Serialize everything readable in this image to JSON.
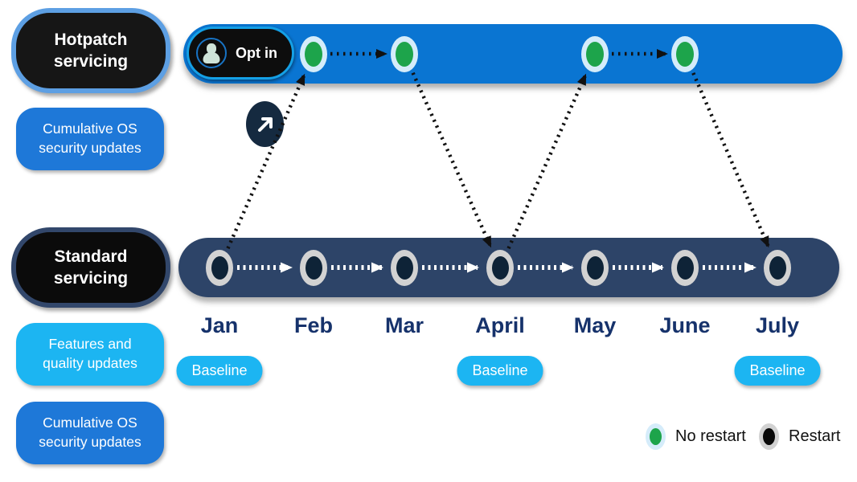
{
  "sidebar": {
    "hotpatch": {
      "title": "Hotpatch servicing",
      "subtitle": "Cumulative OS security updates"
    },
    "standard": {
      "title": "Standard servicing",
      "subtitle1": "Features and quality updates",
      "subtitle2": "Cumulative OS security updates"
    }
  },
  "optin": {
    "label": "Opt in",
    "icon": "person-icon"
  },
  "timeline": {
    "months": [
      "Jan",
      "Feb",
      "Mar",
      "April",
      "May",
      "June",
      "July"
    ],
    "hotpatch_months": [
      "Feb",
      "Mar",
      "May",
      "June"
    ],
    "baseline_months": [
      "Jan",
      "April",
      "July"
    ],
    "baseline_label": "Baseline",
    "jump_icon": "arrow-up-right-icon"
  },
  "legend": {
    "no_restart": "No restart",
    "restart": "Restart"
  },
  "colors": {
    "hotpatch_bar": "#0a75d2",
    "standard_bar": "#2d4468",
    "hotpatch_pill_border": "#5d9fe3",
    "standard_pill_border": "#32476b",
    "medium_blue_pill": "#1e78d8",
    "sky_blue": "#1cb5f2",
    "no_restart_dot": "#1da44b",
    "no_restart_halo": "#d5ecfa",
    "restart_dot": "#0e2337",
    "restart_ring": "#d2d2d2",
    "month_text": "#16326b",
    "optin_border": "#14a0e6"
  }
}
